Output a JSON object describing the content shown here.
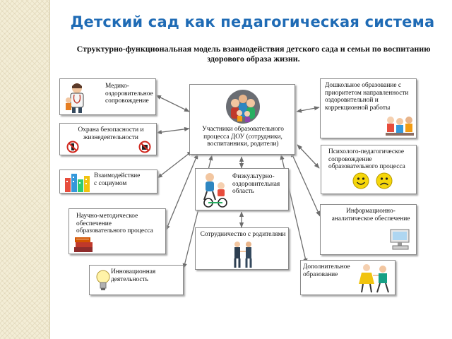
{
  "slide": {
    "title": "Детский сад как педагогическая система",
    "subtitle_line1": "Структурно-функциональная модель взаимодействия детского сада и семьи по воспитанию",
    "subtitle_line2": "здорового образа жизни."
  },
  "center": {
    "label": "Участники образовательного процесса ДОУ (сотрудники, воспитанники, родители)",
    "icon": "family-group-icon"
  },
  "left_boxes": [
    {
      "label": "Медико-оздоровительное сопровождение",
      "icon": "doctor-icon"
    },
    {
      "label": "Охрана безопасности и жизнедеятельности",
      "icon": "safety-signs-icon"
    },
    {
      "label": "Взаимодействие с социумом",
      "icon": "city-buildings-icon"
    },
    {
      "label": "Научно-методическое обеспечение образовательного процесса",
      "icon": "books-icon"
    },
    {
      "label": "Инновационная деятельность",
      "icon": "lightbulb-icon"
    }
  ],
  "right_boxes": [
    {
      "label": "Дошкольное образование с приоритетом направленности оздоровительной и коррекционной работы",
      "icon": "children-learning-icon"
    },
    {
      "label": "Психолого-педагогическое сопровождение образовательного процесса",
      "icon": "smileys-icon",
      "smiley_color": "#f5d60a"
    },
    {
      "label": "Информационно-аналитическое обеспечение",
      "icon": "computer-icon"
    },
    {
      "label": "Дополнительное образование",
      "icon": "dancing-children-icon"
    }
  ],
  "middle_boxes": [
    {
      "label": "Физкультурно-оздоровительная область",
      "icon": "sport-kids-icon"
    },
    {
      "label": "Сотрудничество с родителями",
      "icon": "handshake-icon"
    }
  ],
  "colors": {
    "title": "#1f6bb5",
    "border": "#8a8a8a",
    "arrow": "#6d6d6d"
  }
}
